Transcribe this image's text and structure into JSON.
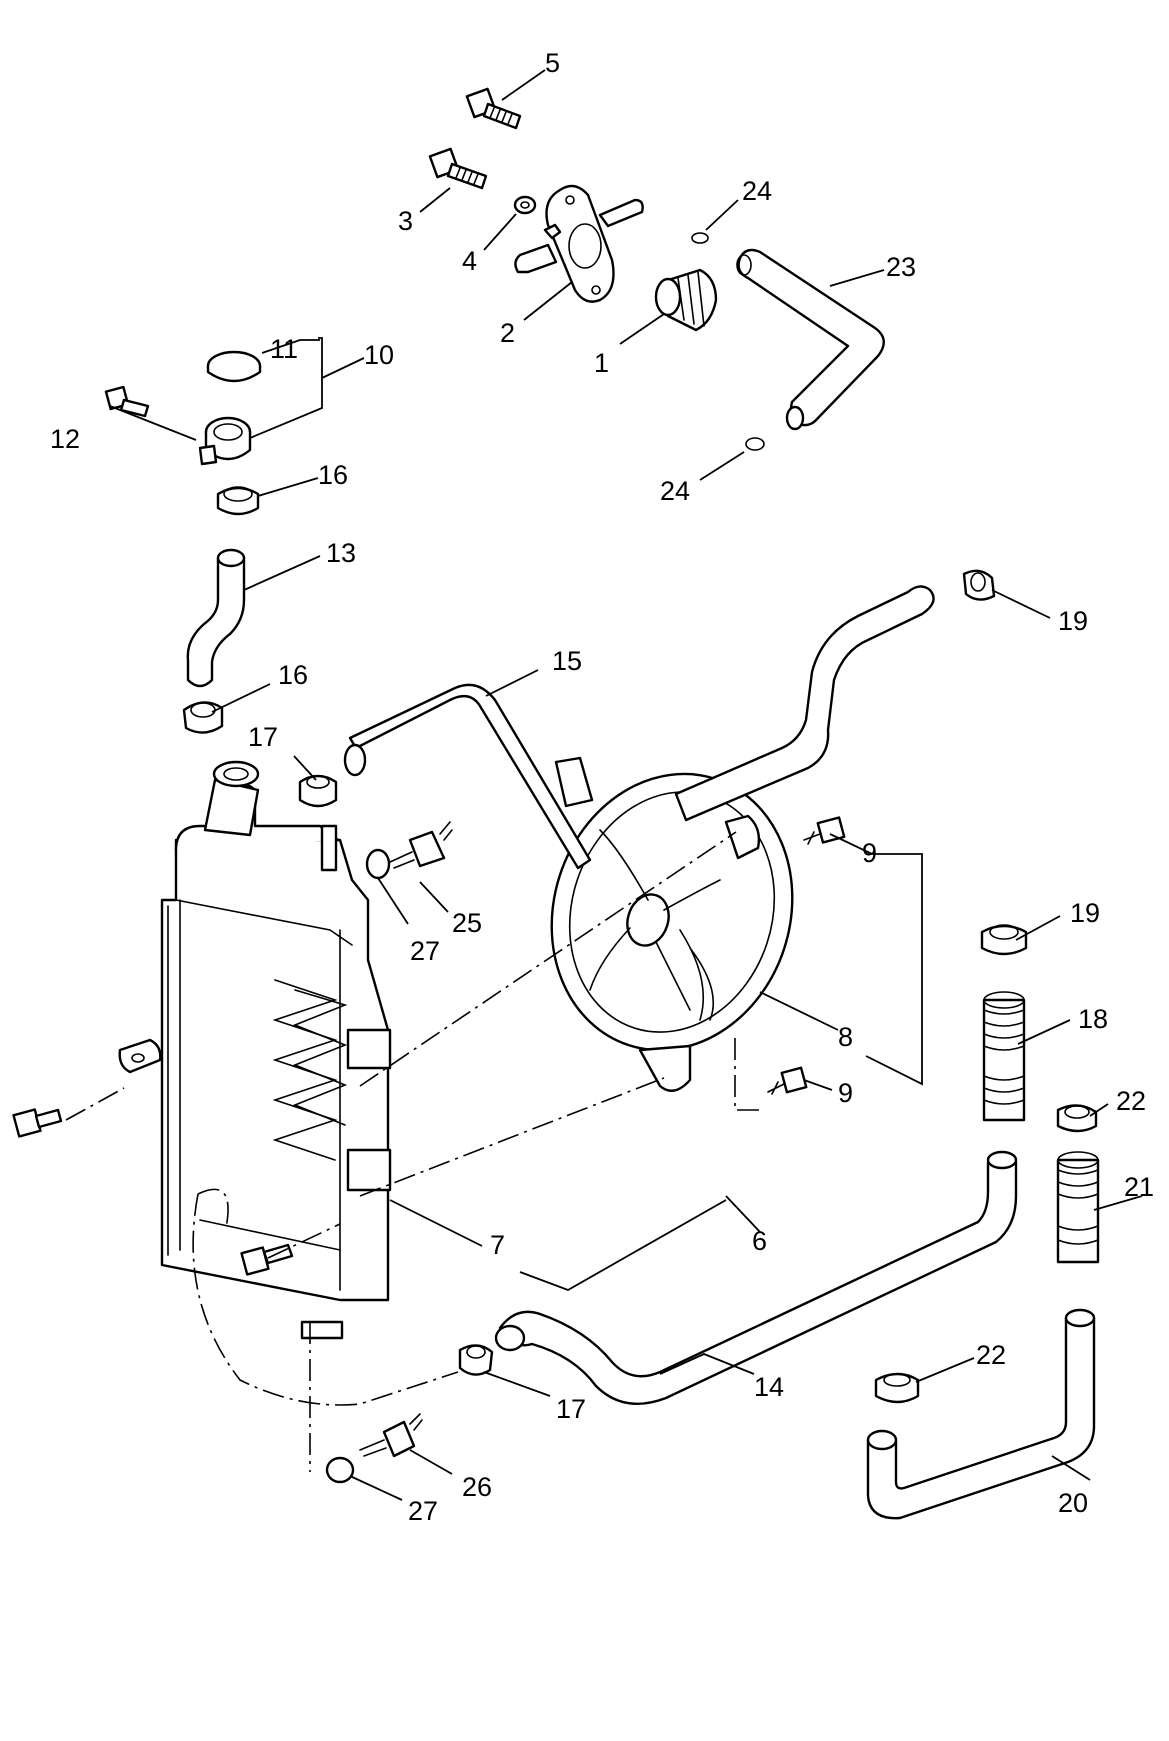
{
  "callouts": {
    "c1": "1",
    "c2": "2",
    "c3": "3",
    "c4": "4",
    "c5": "5",
    "c6": "6",
    "c7": "7",
    "c8": "8",
    "c9a": "9",
    "c9b": "9",
    "c10": "10",
    "c11": "11",
    "c12": "12",
    "c13": "13",
    "c14": "14",
    "c15": "15",
    "c16a": "16",
    "c16b": "16",
    "c17a": "17",
    "c17b": "17",
    "c18": "18",
    "c19a": "19",
    "c19b": "19",
    "c20": "20",
    "c21": "21",
    "c22a": "22",
    "c22b": "22",
    "c23": "23",
    "c24a": "24",
    "c24b": "24",
    "c25": "25",
    "c26": "26",
    "c27a": "27",
    "c27b": "27"
  }
}
